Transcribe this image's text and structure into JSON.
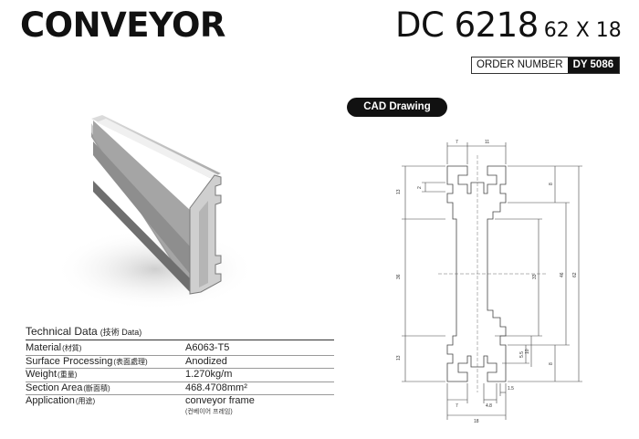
{
  "header": {
    "title": "CONVEYOR",
    "model_code": "DC 6218",
    "model_size": "62 X 18",
    "order_label": "ORDER NUMBER",
    "order_number": "DY 5086"
  },
  "cad": {
    "badge": "CAD Drawing",
    "dims": {
      "top_left": "7",
      "top_right": "11",
      "left_top": "13",
      "left_small": "2",
      "left_mid": "36",
      "left_bottom": "13",
      "right_top": "8",
      "right_mid": "33",
      "right_outer": "46",
      "right_full": "62",
      "right_small1": "5.5",
      "right_small2": "10",
      "right_bottom": "8",
      "bottom_small": "1.5",
      "bottom_left": "7",
      "bottom_mid": "4.8",
      "bottom_full": "18"
    }
  },
  "tech": {
    "title": "Technical Data",
    "title_sub": "(技術 Data)",
    "rows": [
      {
        "key": "Material",
        "key_sub": "(材質)",
        "value": "A6063-T5"
      },
      {
        "key": "Surface Processing",
        "key_sub": "(表面處理)",
        "value": "Anodized"
      },
      {
        "key": "Weight",
        "key_sub": "(重量)",
        "value": "1.270kg/m"
      },
      {
        "key": "Section Area",
        "key_sub": "(斷面積)",
        "value": "468.4708mm²"
      },
      {
        "key": "Application",
        "key_sub": "(用途)",
        "value": "conveyor frame",
        "note": "(컨베이어 프레임)"
      }
    ]
  }
}
